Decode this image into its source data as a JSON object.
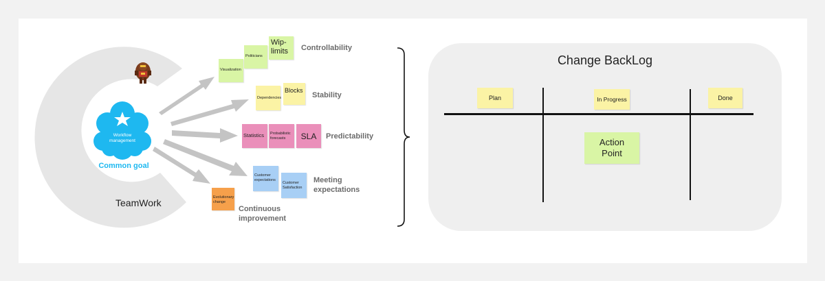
{
  "left": {
    "core": {
      "label": "Workflow management",
      "caption": "Common goal"
    },
    "ring_label": "TeamWork",
    "groups": [
      {
        "label": "Controllability",
        "notes": [
          "Visualization",
          "Politicians",
          "Wip-limits"
        ]
      },
      {
        "label": "Stability",
        "notes": [
          "Dependencies",
          "Blocks"
        ]
      },
      {
        "label": "Predictability",
        "notes": [
          "Statistics",
          "Probabilistic forecasts",
          "SLA"
        ]
      },
      {
        "label": "Meeting expectations",
        "notes": [
          "Customer expectations",
          "Customer Satisfaction"
        ]
      },
      {
        "label": "Continuous improvement",
        "notes": [
          "Evolutionary change"
        ]
      }
    ]
  },
  "board": {
    "title": "Change BackLog",
    "columns": [
      "Plan",
      "In Progress",
      "Done"
    ],
    "card": "Action Point"
  },
  "colors": {
    "ring": "#e6e6e6",
    "cloud": "#1eb8f0",
    "arrow": "#c4c4c4",
    "note_green": "#d9f5a5",
    "note_yellow": "#fbf3a5",
    "note_pink": "#ea8fba",
    "note_blue": "#a8cff5",
    "note_orange": "#f6a04b"
  },
  "icons": [
    "cloud-icon",
    "star-icon",
    "superhero-icon",
    "arrow-icon",
    "curly-brace-icon"
  ]
}
